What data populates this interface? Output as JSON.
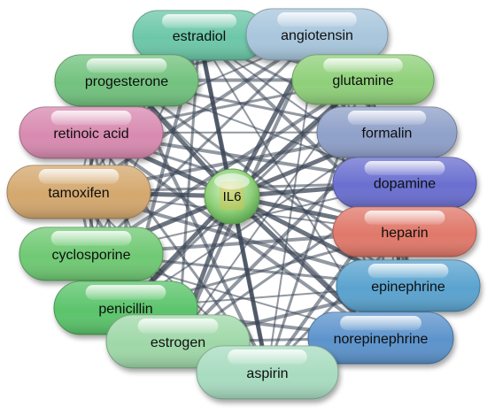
{
  "center": {
    "label": "IL6",
    "color": "#8fd07a"
  },
  "nodes": [
    {
      "label": "estradiol",
      "color": "#6cc7a8"
    },
    {
      "label": "angiotensin",
      "color": "#a8c6dc"
    },
    {
      "label": "glutamine",
      "color": "#8fd07a"
    },
    {
      "label": "progesterone",
      "color": "#72c27e"
    },
    {
      "label": "formalin",
      "color": "#8fa0c9"
    },
    {
      "label": "retinoic acid",
      "color": "#d88ab0"
    },
    {
      "label": "dopamine",
      "color": "#6a6fd0"
    },
    {
      "label": "tamoxifen",
      "color": "#d4a86e"
    },
    {
      "label": "heparin",
      "color": "#e0786a"
    },
    {
      "label": "cyclosporine",
      "color": "#6fc973"
    },
    {
      "label": "epinephrine",
      "color": "#5aa3cf"
    },
    {
      "label": "penicillin",
      "color": "#5bc46b"
    },
    {
      "label": "norepinephrine",
      "color": "#5c93cc"
    },
    {
      "label": "estrogen",
      "color": "#9fd8a8"
    },
    {
      "label": "aspirin",
      "color": "#a8dcc0"
    }
  ]
}
